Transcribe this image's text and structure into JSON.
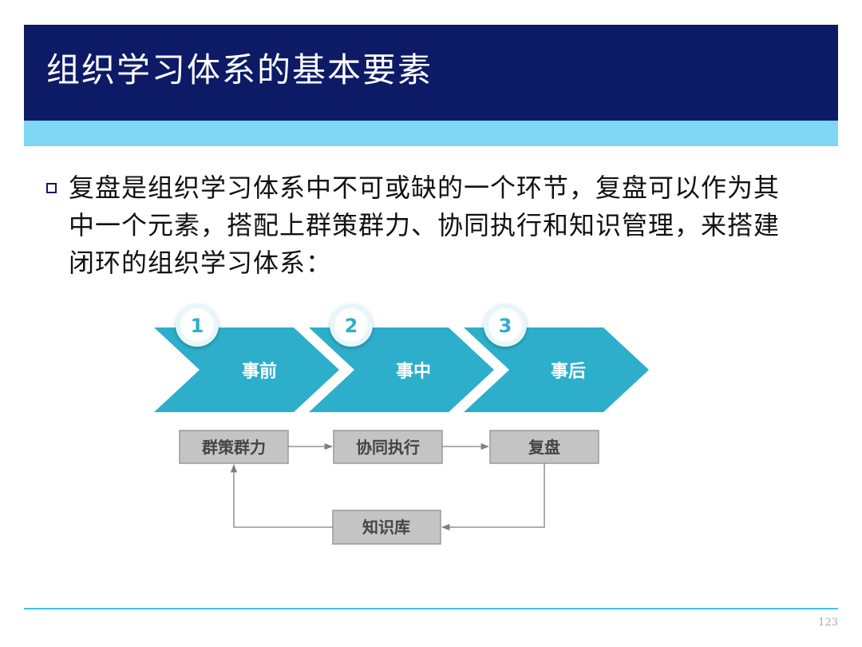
{
  "slide": {
    "title": "组织学习体系的基本要素",
    "paragraph": "复盘是组织学习体系中不可或缺的一个环节，复盘可以作为其中一个元素，搭配上群策群力、协同执行和知识管理，来搭建闭环的组织学习体系：",
    "page_number": "123"
  },
  "diagram": {
    "stages": [
      {
        "number": "1",
        "label": "事前"
      },
      {
        "number": "2",
        "label": "事中"
      },
      {
        "number": "3",
        "label": "事后"
      }
    ],
    "boxes": {
      "brainstorm": "群策群力",
      "execute": "协同执行",
      "review": "复盘",
      "knowledge": "知识库"
    },
    "colors": {
      "chevron": "#2daecb",
      "box_fill": "#c4c4c4",
      "box_border": "#9a9a9a",
      "arrow": "#7f7f7f",
      "header": "#0d1a66",
      "strip": "#7fd6f2"
    }
  }
}
